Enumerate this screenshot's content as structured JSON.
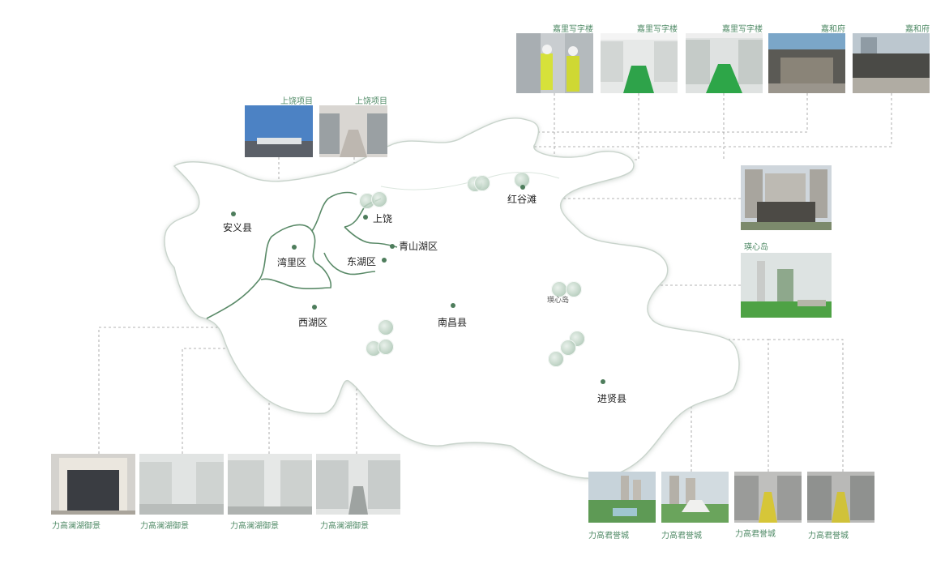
{
  "districts": [
    {
      "name": "安义县"
    },
    {
      "name": "湾里区"
    },
    {
      "name": "西湖区"
    },
    {
      "name": "东湖区"
    },
    {
      "name": "上饶"
    },
    {
      "name": "青山湖区"
    },
    {
      "name": "红谷滩"
    },
    {
      "name": "南昌县"
    },
    {
      "name": "进贤县"
    }
  ],
  "marker_labels": {
    "yuxindao": "瑛心岛"
  },
  "photos": {
    "top_right": [
      "嘉里写字楼",
      "嘉里写字楼",
      "嘉里写字楼",
      "嘉和府",
      "嘉和府"
    ],
    "shangrao": [
      "上饶项目",
      "上饶项目"
    ],
    "right_side": "瑛心岛",
    "bottom_left": [
      "力高澜湖御景",
      "力高澜湖御景",
      "力高澜湖御景",
      "力高澜湖御景"
    ],
    "bottom_right": [
      "力高君誉城",
      "力高君誉城",
      "力高君誉城",
      "力高君誉城"
    ]
  },
  "colors": {
    "river": "#5a8a68",
    "outline": "#c9d4cc",
    "connector": "#9a9a9a",
    "caption": "#4f8a66",
    "dot": "#4e7d5c"
  }
}
